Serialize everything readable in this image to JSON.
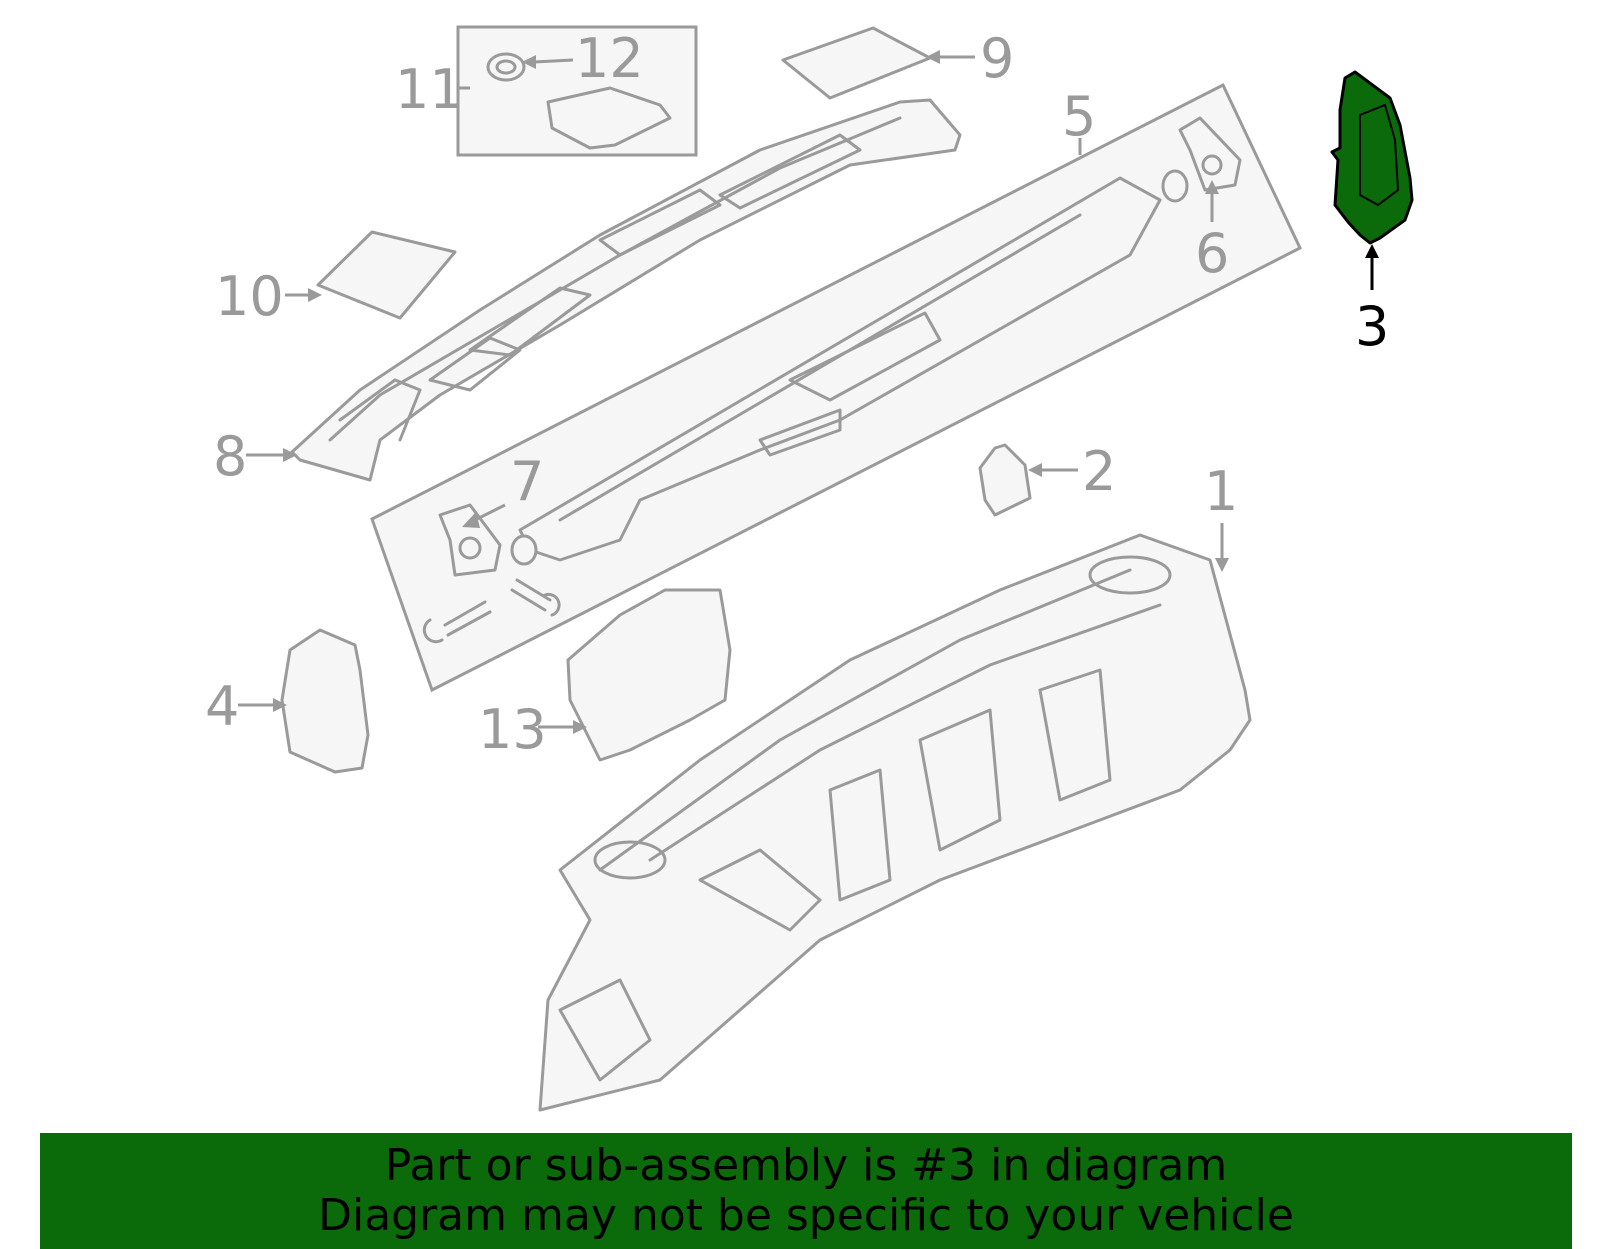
{
  "diagram": {
    "callouts": {
      "c1": "1",
      "c2": "2",
      "c3": "3",
      "c4": "4",
      "c5": "5",
      "c6": "6",
      "c7": "7",
      "c8": "8",
      "c9": "9",
      "c10": "10",
      "c11": "11",
      "c12": "12",
      "c13": "13"
    },
    "highlighted_part": "3",
    "colors": {
      "highlight": "#0b6b0b",
      "part_outline": "#9a9a9a",
      "banner": "#0b6b0b"
    }
  },
  "banner": {
    "line1": "Part or sub-assembly is #3 in diagram",
    "line2": "Diagram may not be specific to your vehicle"
  }
}
